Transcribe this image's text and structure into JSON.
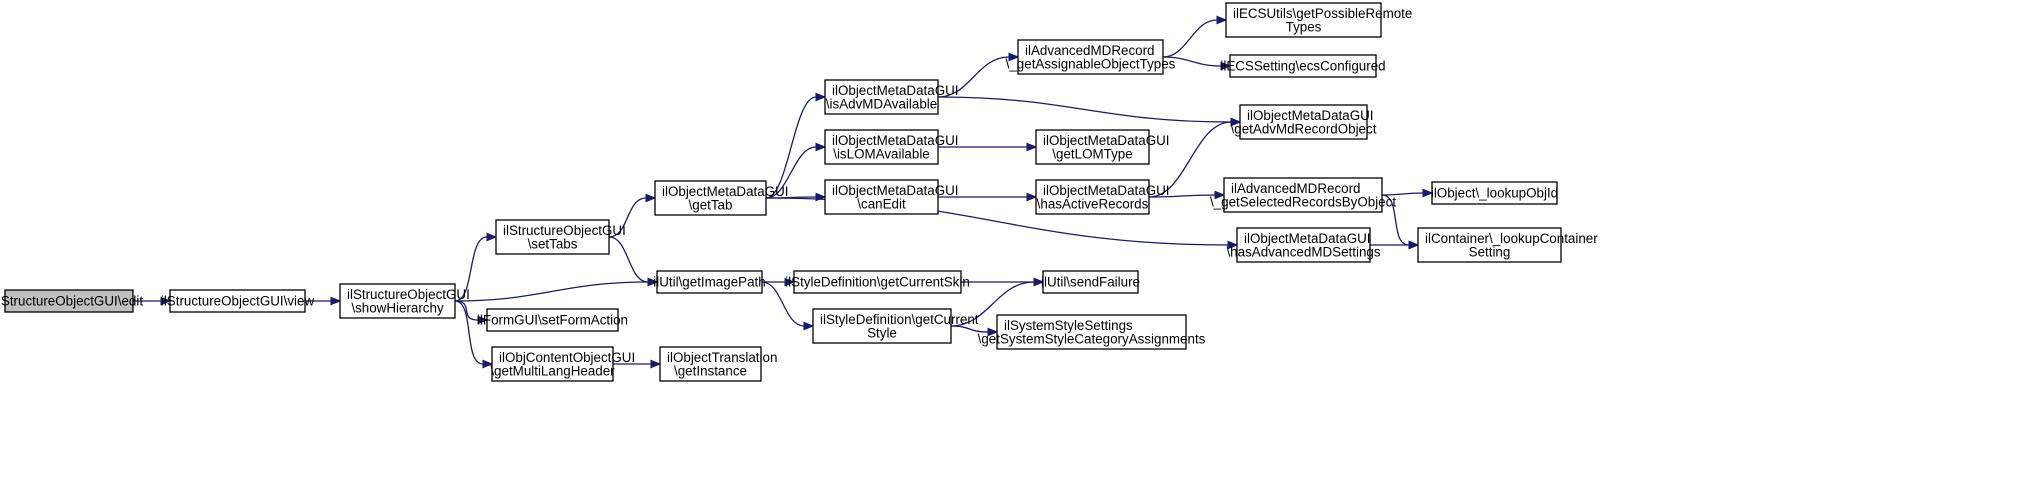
{
  "graph": {
    "nodes": {
      "edit": [
        "ilStructureObjectGUI\\edit"
      ],
      "view": [
        "ilStructureObjectGUI\\view"
      ],
      "showHierarchy": [
        "ilStructureObjectGUI",
        "\\showHierarchy"
      ],
      "setTabs": [
        "ilStructureObjectGUI",
        "\\setTabs"
      ],
      "getImagePath": [
        "ilUtil\\getImagePath"
      ],
      "setFormAction": [
        "ilFormGUI\\setFormAction"
      ],
      "getMultiLangHeader": [
        "ilObjContentObjectGUI",
        "\\getMultiLangHeader"
      ],
      "getTab": [
        "ilObjectMetaDataGUI",
        "\\getTab"
      ],
      "getInstance": [
        "ilObjectTranslation",
        "\\getInstance"
      ],
      "getCurrentSkin": [
        "ilStyleDefinition\\getCurrentSkin"
      ],
      "getCurrentStyle": [
        "ilStyleDefinition\\getCurrent",
        "Style"
      ],
      "isAdvMDAvailable": [
        "ilObjectMetaDataGUI",
        "\\isAdvMDAvailable"
      ],
      "isLOMAvailable": [
        "ilObjectMetaDataGUI",
        "\\isLOMAvailable"
      ],
      "canEdit": [
        "ilObjectMetaDataGUI",
        "\\canEdit"
      ],
      "getAssignableObjectTypes": [
        "ilAdvancedMDRecord",
        "\\_getAssignableObjectTypes"
      ],
      "getLOMType": [
        "ilObjectMetaDataGUI",
        "\\getLOMType"
      ],
      "hasActiveRecords": [
        "ilObjectMetaDataGUI",
        "\\hasActiveRecords"
      ],
      "sendFailure": [
        "ilUtil\\sendFailure"
      ],
      "getSystemStyleCategoryAssignments": [
        "ilSystemStyleSettings",
        "\\getSystemStyleCategoryAssignments"
      ],
      "getPossibleRemoteTypes": [
        "ilECSUtils\\getPossibleRemote",
        "Types"
      ],
      "ecsConfigured": [
        "ilECSSetting\\ecsConfigured"
      ],
      "getAdvMdRecordObject": [
        "ilObjectMetaDataGUI",
        "\\getAdvMdRecordObject"
      ],
      "getSelectedRecordsByObject": [
        "ilAdvancedMDRecord",
        "\\_getSelectedRecordsByObject"
      ],
      "hasAdvancedMDSettings": [
        "ilObjectMetaDataGUI",
        "\\hasAdvancedMDSettings"
      ],
      "lookupObjId": [
        "ilObject\\_lookupObjId"
      ],
      "lookupContainerSetting": [
        "ilContainer\\_lookupContainer",
        "Setting"
      ]
    },
    "edges": [
      [
        "edit",
        "view"
      ],
      [
        "view",
        "showHierarchy"
      ],
      [
        "showHierarchy",
        "setTabs"
      ],
      [
        "showHierarchy",
        "getImagePath"
      ],
      [
        "showHierarchy",
        "setFormAction"
      ],
      [
        "showHierarchy",
        "getMultiLangHeader"
      ],
      [
        "setTabs",
        "getTab"
      ],
      [
        "setTabs",
        "getImagePath"
      ],
      [
        "getMultiLangHeader",
        "getInstance"
      ],
      [
        "getTab",
        "isAdvMDAvailable"
      ],
      [
        "getTab",
        "isLOMAvailable"
      ],
      [
        "getTab",
        "canEdit"
      ],
      [
        "getTab",
        "hasAdvancedMDSettings"
      ],
      [
        "getImagePath",
        "getCurrentSkin"
      ],
      [
        "getImagePath",
        "getCurrentStyle"
      ],
      [
        "getCurrentSkin",
        "sendFailure"
      ],
      [
        "getCurrentStyle",
        "sendFailure"
      ],
      [
        "getCurrentStyle",
        "getSystemStyleCategoryAssignments"
      ],
      [
        "isAdvMDAvailable",
        "getAssignableObjectTypes"
      ],
      [
        "isAdvMDAvailable",
        "getAdvMdRecordObject"
      ],
      [
        "isLOMAvailable",
        "getLOMType"
      ],
      [
        "canEdit",
        "hasActiveRecords"
      ],
      [
        "getAssignableObjectTypes",
        "getPossibleRemoteTypes"
      ],
      [
        "getAssignableObjectTypes",
        "ecsConfigured"
      ],
      [
        "hasActiveRecords",
        "getAdvMdRecordObject"
      ],
      [
        "hasActiveRecords",
        "getSelectedRecordsByObject"
      ],
      [
        "getSelectedRecordsByObject",
        "lookupObjId"
      ],
      [
        "getSelectedRecordsByObject",
        "lookupContainerSetting"
      ],
      [
        "hasAdvancedMDSettings",
        "lookupContainerSetting"
      ]
    ]
  }
}
